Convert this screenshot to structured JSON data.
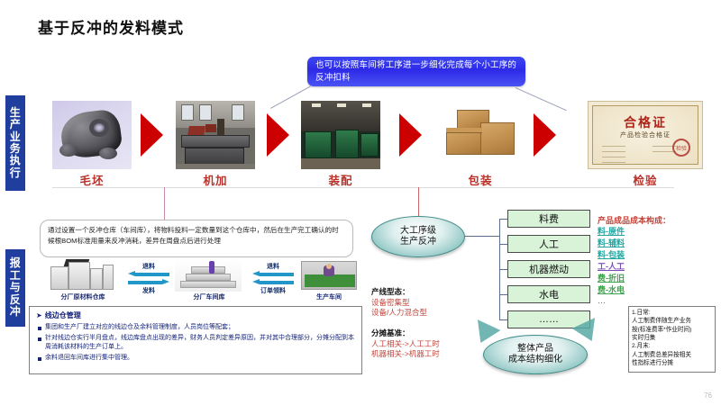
{
  "slide": {
    "title": "基于反冲的发料模式",
    "page_number": "76"
  },
  "side_tabs": [
    {
      "name": "production-execution",
      "label": "生产业务执行"
    },
    {
      "name": "report-backflush",
      "label": "报工与反冲"
    }
  ],
  "callout": {
    "text": "也可以按照车间将工序进一步细化完成每个小工序的反冲扣料"
  },
  "process": {
    "stages": [
      {
        "label": "毛坯",
        "image": "casting-photo"
      },
      {
        "label": "机加",
        "image": "machining-photo"
      },
      {
        "label": "装配",
        "image": "assembly-photo"
      },
      {
        "label": "包装",
        "image": "cartons-photo"
      },
      {
        "label": "检验",
        "image": "certificate-photo"
      }
    ],
    "certificate": {
      "heading": "合格证",
      "subheading": "产品检验合格证",
      "stamp": "检验"
    }
  },
  "left_note": {
    "text": "通过设置一个反冲仓库（车间库），将物料投料一定数量到这个仓库中，然后在生产完工确认的时候根BOM标准用量来反冲消耗，差异在周盘点后进行处理"
  },
  "warehouse_flow": {
    "nodes": [
      {
        "name": "raw-material-warehouse",
        "label": "分厂原材料仓库"
      },
      {
        "name": "workshop-warehouse",
        "label": "分厂车间库"
      },
      {
        "name": "production-workshop",
        "label": "生产车间"
      }
    ],
    "arrows": [
      {
        "name": "return-material-1",
        "label": "退料"
      },
      {
        "name": "issue-material",
        "label": "发料"
      },
      {
        "name": "return-material-2",
        "label": "退料"
      },
      {
        "name": "order-picking",
        "label": "订单领料"
      }
    ]
  },
  "bullets": {
    "heading": "线边仓管理",
    "items": [
      "集团和生产厂建立对应的线边仓及余料管理制度，人员岗位等配套；",
      "针对线边仓实行半月盘点，线边库盘点出现的差异，财务人员判定差异原因，并对其中合理部分，分摊分配到本周消耗该材料的生产订单上。",
      "余料退回车间库进行集中管理。"
    ]
  },
  "ovals": {
    "top": "大工序级\n生产反冲",
    "top_line1": "大工序级",
    "top_line2": "生产反冲",
    "bottom_line1": "整体产品",
    "bottom_line2": "成本结构细化"
  },
  "cost_boxes": [
    {
      "label": "料费"
    },
    {
      "label": "人工"
    },
    {
      "label": "机器燃动"
    },
    {
      "label": "水电"
    },
    {
      "label": "……"
    }
  ],
  "mid_text": {
    "line_type_title": "产线型态：",
    "line_type_items": [
      "设备密集型",
      "设备/人力混合型"
    ],
    "allocation_title": "分摊基准：",
    "allocation_items": [
      "人工相关->人工工时",
      "机器相关->机器工时"
    ]
  },
  "cost_structure": {
    "title": "产品成品成本构成：",
    "items": [
      {
        "label": "料-原件",
        "color": "#1FA6A0"
      },
      {
        "label": "料-辅料",
        "color": "#1FA6A0"
      },
      {
        "label": "料-包装",
        "color": "#1FA6A0"
      },
      {
        "label": "工-人工",
        "color": "#7B4FB5"
      },
      {
        "label": "费-折旧",
        "color": "#3FA34D"
      },
      {
        "label": "费-水电",
        "color": "#3FA34D"
      },
      {
        "label": "…",
        "color": "#555555"
      }
    ]
  },
  "right_note": {
    "lines": [
      "1.日常:",
      "人工制费伴随生产业务",
      "按(标准费率*作业时间)",
      "实时归集",
      "2.月末:",
      "人工制费总差异按相关",
      "性指标进行分摊"
    ]
  },
  "colors": {
    "tab_blue": "#1F3E9E",
    "callout_blue": "#2E2AE8",
    "stage_label_red": "#B8332B",
    "arrow_red": "#CC0000",
    "green_box": "#D8F3D8",
    "oval_teal": "#4F9D9A",
    "flow_arrow_blue": "#2196C9",
    "mid_red": "#C2453C"
  }
}
